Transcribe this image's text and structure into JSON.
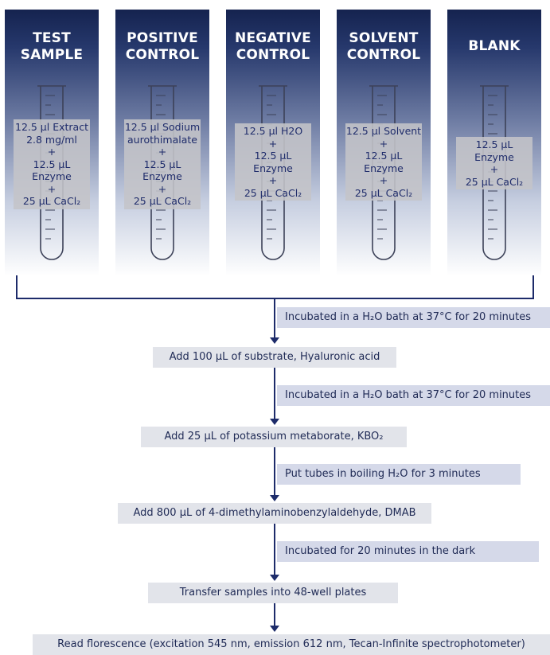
{
  "columns": [
    {
      "title": "TEST\nSAMPLE",
      "reagents": "12.5 µl Extract\n2.8 mg/ml\n+\n12.5 µL Enzyme\n+\n25 µL CaCl₂"
    },
    {
      "title": "POSITIVE\nCONTROL",
      "reagents": "12.5 µl Sodium\naurothimalate\n+\n12.5 µL Enzyme\n+\n25 µL CaCl₂"
    },
    {
      "title": "NEGATIVE\nCONTROL",
      "reagents": "12.5 µl H2O\n+\n12.5 µL Enzyme\n+\n25 µL CaCl₂"
    },
    {
      "title": "SOLVENT\nCONTROL",
      "reagents": "12.5 µl Solvent\n+\n12.5 µL Enzyme\n+\n25 µL CaCl₂"
    },
    {
      "title": "BLANK",
      "reagents": "12.5 µL Enzyme\n+\n25 µL CaCl₂"
    }
  ],
  "steps": {
    "incubate_1": "Incubated in a H₂O bath at 37°C for 20 minutes",
    "add_substrate": "Add 100 µL of substrate, Hyaluronic acid",
    "incubate_2": "Incubated in a H₂O bath at 37°C for 20 minutes",
    "add_kbo2": "Add 25 µL of potassium metaborate, KBO₂",
    "boil": "Put tubes in boiling H₂O for 3 minutes",
    "add_dmab": "Add 800 µL of 4-dimethylaminobenzylaldehyde, DMAB",
    "incubate_dark": "Incubated for 20 minutes in the dark",
    "transfer": "Transfer samples into 48-well plates",
    "read": "Read florescence (excitation 545 nm, emission 612 nm, Tecan-Infinite spectrophotometer)"
  },
  "colors": {
    "header_dark": "#15234f",
    "line": "#1d2b6a",
    "text": "#1f2a55",
    "step_box": "#e2e4ea",
    "note_box": "#d5d9e9"
  }
}
